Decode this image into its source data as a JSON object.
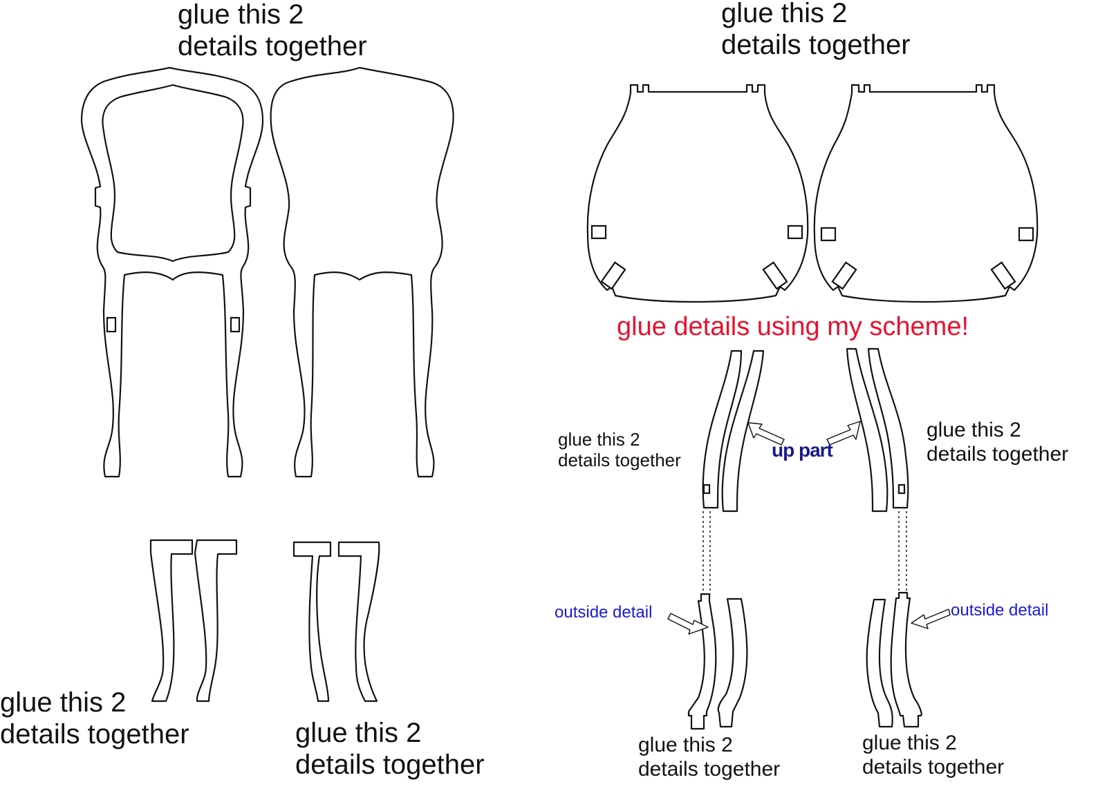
{
  "labels": {
    "top_left": [
      "glue this 2",
      "details together"
    ],
    "top_right": [
      "glue this 2",
      "details together"
    ],
    "bottom_left_1": [
      "glue this 2",
      "details together"
    ],
    "bottom_left_2": [
      "glue this 2",
      "details together"
    ],
    "scheme_note": "glue details using my scheme!",
    "mid_left": [
      "glue this 2",
      "details together"
    ],
    "mid_right": [
      "glue this 2",
      "details together"
    ],
    "up_part": "up part",
    "outside_left": "outside detail",
    "outside_right": "outside detail",
    "bottom_right_1": [
      "glue this 2",
      "details together"
    ],
    "bottom_right_2": [
      "glue this 2",
      "details together"
    ]
  },
  "colors": {
    "outline": "#111111",
    "note_red": "#e8112d",
    "note_blue": "#1a1ad6",
    "note_navy": "#1a1a8c"
  }
}
